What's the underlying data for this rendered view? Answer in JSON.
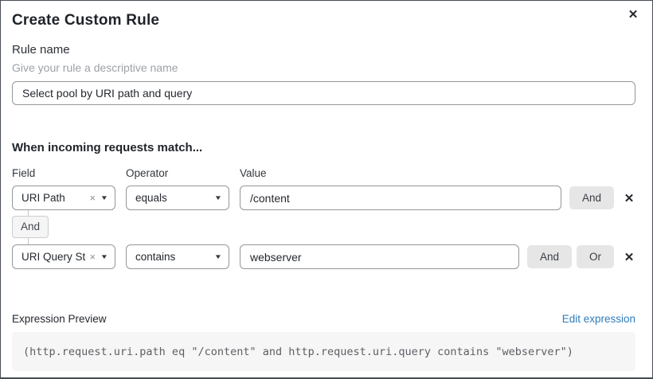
{
  "dialog": {
    "title": "Create Custom Rule"
  },
  "icons": {
    "close": "✕",
    "remove": "✕",
    "clear": "×",
    "caret": "▼"
  },
  "rule_name": {
    "label": "Rule name",
    "helper": "Give your rule a descriptive name",
    "value": "Select pool by URI path and query"
  },
  "match": {
    "heading": "When incoming requests match...",
    "columns": {
      "field": "Field",
      "operator": "Operator",
      "value": "Value"
    },
    "connector_label": "And",
    "rows": [
      {
        "field": "URI Path",
        "operator": "equals",
        "value": "/content",
        "buttons": {
          "and": "And"
        }
      },
      {
        "field": "URI Query St...",
        "operator": "contains",
        "value": "webserver",
        "buttons": {
          "and": "And",
          "or": "Or"
        }
      }
    ]
  },
  "expression": {
    "label": "Expression Preview",
    "edit_link": "Edit expression",
    "code": "(http.request.uri.path eq \"/content\" and http.request.uri.query contains \"webserver\")"
  },
  "colors": {
    "accent_link": "#2f7cba",
    "button_bg": "#e6e6e7",
    "code_bg": "#f6f6f7",
    "border": "#949699"
  }
}
